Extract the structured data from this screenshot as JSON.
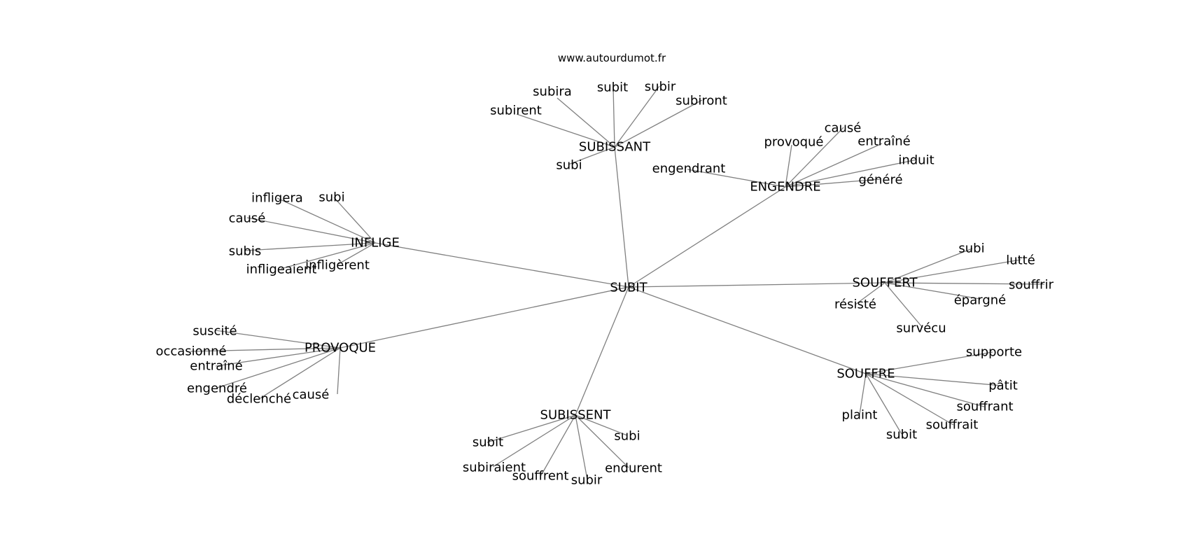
{
  "site": "www.autourdumot.fr",
  "center": "SUBIT",
  "clusters": [
    {
      "id": "subissant",
      "label": "SUBISSANT",
      "words": [
        "subirent",
        "subira",
        "subit",
        "subir",
        "subiront",
        "subi"
      ]
    },
    {
      "id": "engendre",
      "label": "ENGENDRE",
      "words": [
        "provoqué",
        "causé",
        "entraîné",
        "induit",
        "généré",
        "engendrant"
      ]
    },
    {
      "id": "inflige",
      "label": "INFLIGE",
      "words": [
        "infligera",
        "subi",
        "causé",
        "subis",
        "infligeaient",
        "infligèrent"
      ]
    },
    {
      "id": "souffert",
      "label": "SOUFFERT",
      "words": [
        "subi",
        "lutté",
        "souffrir",
        "épargné",
        "résisté",
        "survécu"
      ]
    },
    {
      "id": "provoque",
      "label": "PROVOQUE",
      "words": [
        "suscité",
        "occasionné",
        "entraîné",
        "engendré",
        "déclenché",
        "causé"
      ]
    },
    {
      "id": "souffre",
      "label": "SOUFFRE",
      "words": [
        "supporte",
        "pâtit",
        "souffrant",
        "souffrait",
        "subit",
        "plaint"
      ]
    },
    {
      "id": "subissent",
      "label": "SUBISSENT",
      "words": [
        "subit",
        "subiraient",
        "souffrent",
        "subir",
        "endurent",
        "subi"
      ]
    }
  ]
}
